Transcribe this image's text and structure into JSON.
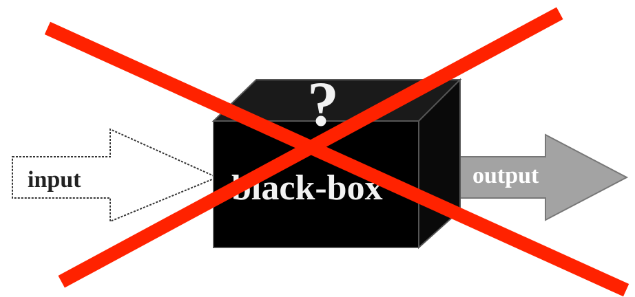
{
  "diagram": {
    "input_label": "input",
    "box_symbol": "?",
    "box_label": "black-box",
    "output_label": "output"
  },
  "colors": {
    "cross": "#ff2200",
    "box_front": "#000000",
    "box_top": "#1a1a1a",
    "box_side": "#0a0a0a",
    "input_arrow_fill": "#ffffff",
    "output_arrow_fill": "#a3a3a3",
    "box_text": "#f2f2f2"
  },
  "icons": {
    "input_arrow": "arrow-right-icon",
    "output_arrow": "arrow-right-icon",
    "cross_out": "x-cross-icon"
  }
}
